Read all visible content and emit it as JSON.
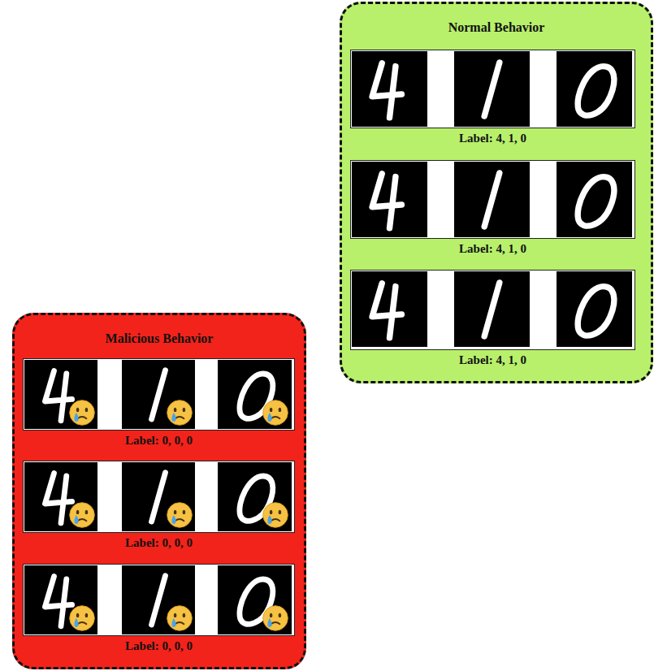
{
  "diagram": {
    "nodes": [
      {
        "text": [
          "Normal Behavior"
        ]
      },
      {
        "text": [
          "Label: 4, 1, 0"
        ],
        "in": 0
      },
      {
        "text": [
          "Label: 4, 1, 0"
        ],
        "in": 0
      },
      {
        "text": [
          "Label: 4, 1, 0"
        ],
        "in": 0
      },
      {
        "text": [
          "Malicious Behavior"
        ]
      },
      {
        "text": [
          "Label: 0, 0, 0"
        ],
        "in": 4
      },
      {
        "text": [
          "Label: 0, 0, 0"
        ],
        "in": 4
      },
      {
        "text": [
          "Label: 0, 0, 0"
        ],
        "in": 4
      }
    ]
  }
}
